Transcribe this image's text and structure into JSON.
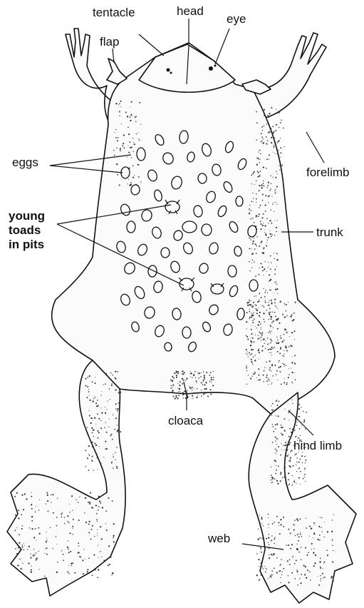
{
  "labels": {
    "tentacle": "tentacle",
    "head": "head",
    "eye": "eye",
    "flap": "flap",
    "eggs": "eggs",
    "forelimb": "forelimb",
    "young_line1": "young",
    "young_line2": "toads",
    "young_line3": "in pits",
    "trunk": "trunk",
    "cloaca": "cloaca",
    "hind_limb": "hind limb",
    "web": "web"
  },
  "colors": {
    "ink": "#111111",
    "paper": "#ffffff"
  }
}
